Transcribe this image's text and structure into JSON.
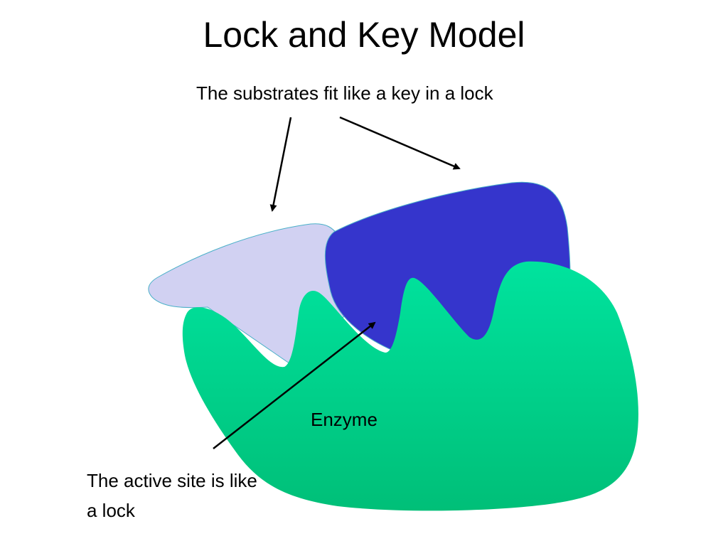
{
  "title": "Lock and Key Model",
  "labels": {
    "substrates": "The substrates fit like a key in a lock",
    "enzyme": "Enzyme",
    "active_site": "The active site is like a lock"
  },
  "colors": {
    "substrate_light": "#d1d1f2",
    "substrate_dark": "#3535cc",
    "enzyme_top": "#00e39e",
    "enzyme_bottom": "#00bf78",
    "arrow": "#000000"
  }
}
